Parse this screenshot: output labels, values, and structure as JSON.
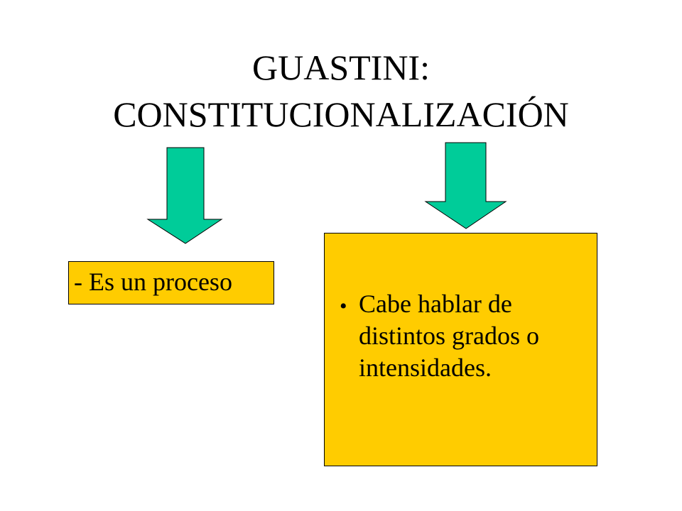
{
  "title": {
    "line1": "GUASTINI:",
    "line2": "CONSTITUCIONALIZACIÓN"
  },
  "left_box": {
    "text": "- Es un proceso"
  },
  "right_box": {
    "bullet_marker": "•",
    "bullet_text": "Cabe hablar de distintos grados o intensidades."
  },
  "colors": {
    "arrow_fill": "#00CC99",
    "box_fill": "#FFCC00",
    "text": "#000000",
    "border": "#000000"
  }
}
